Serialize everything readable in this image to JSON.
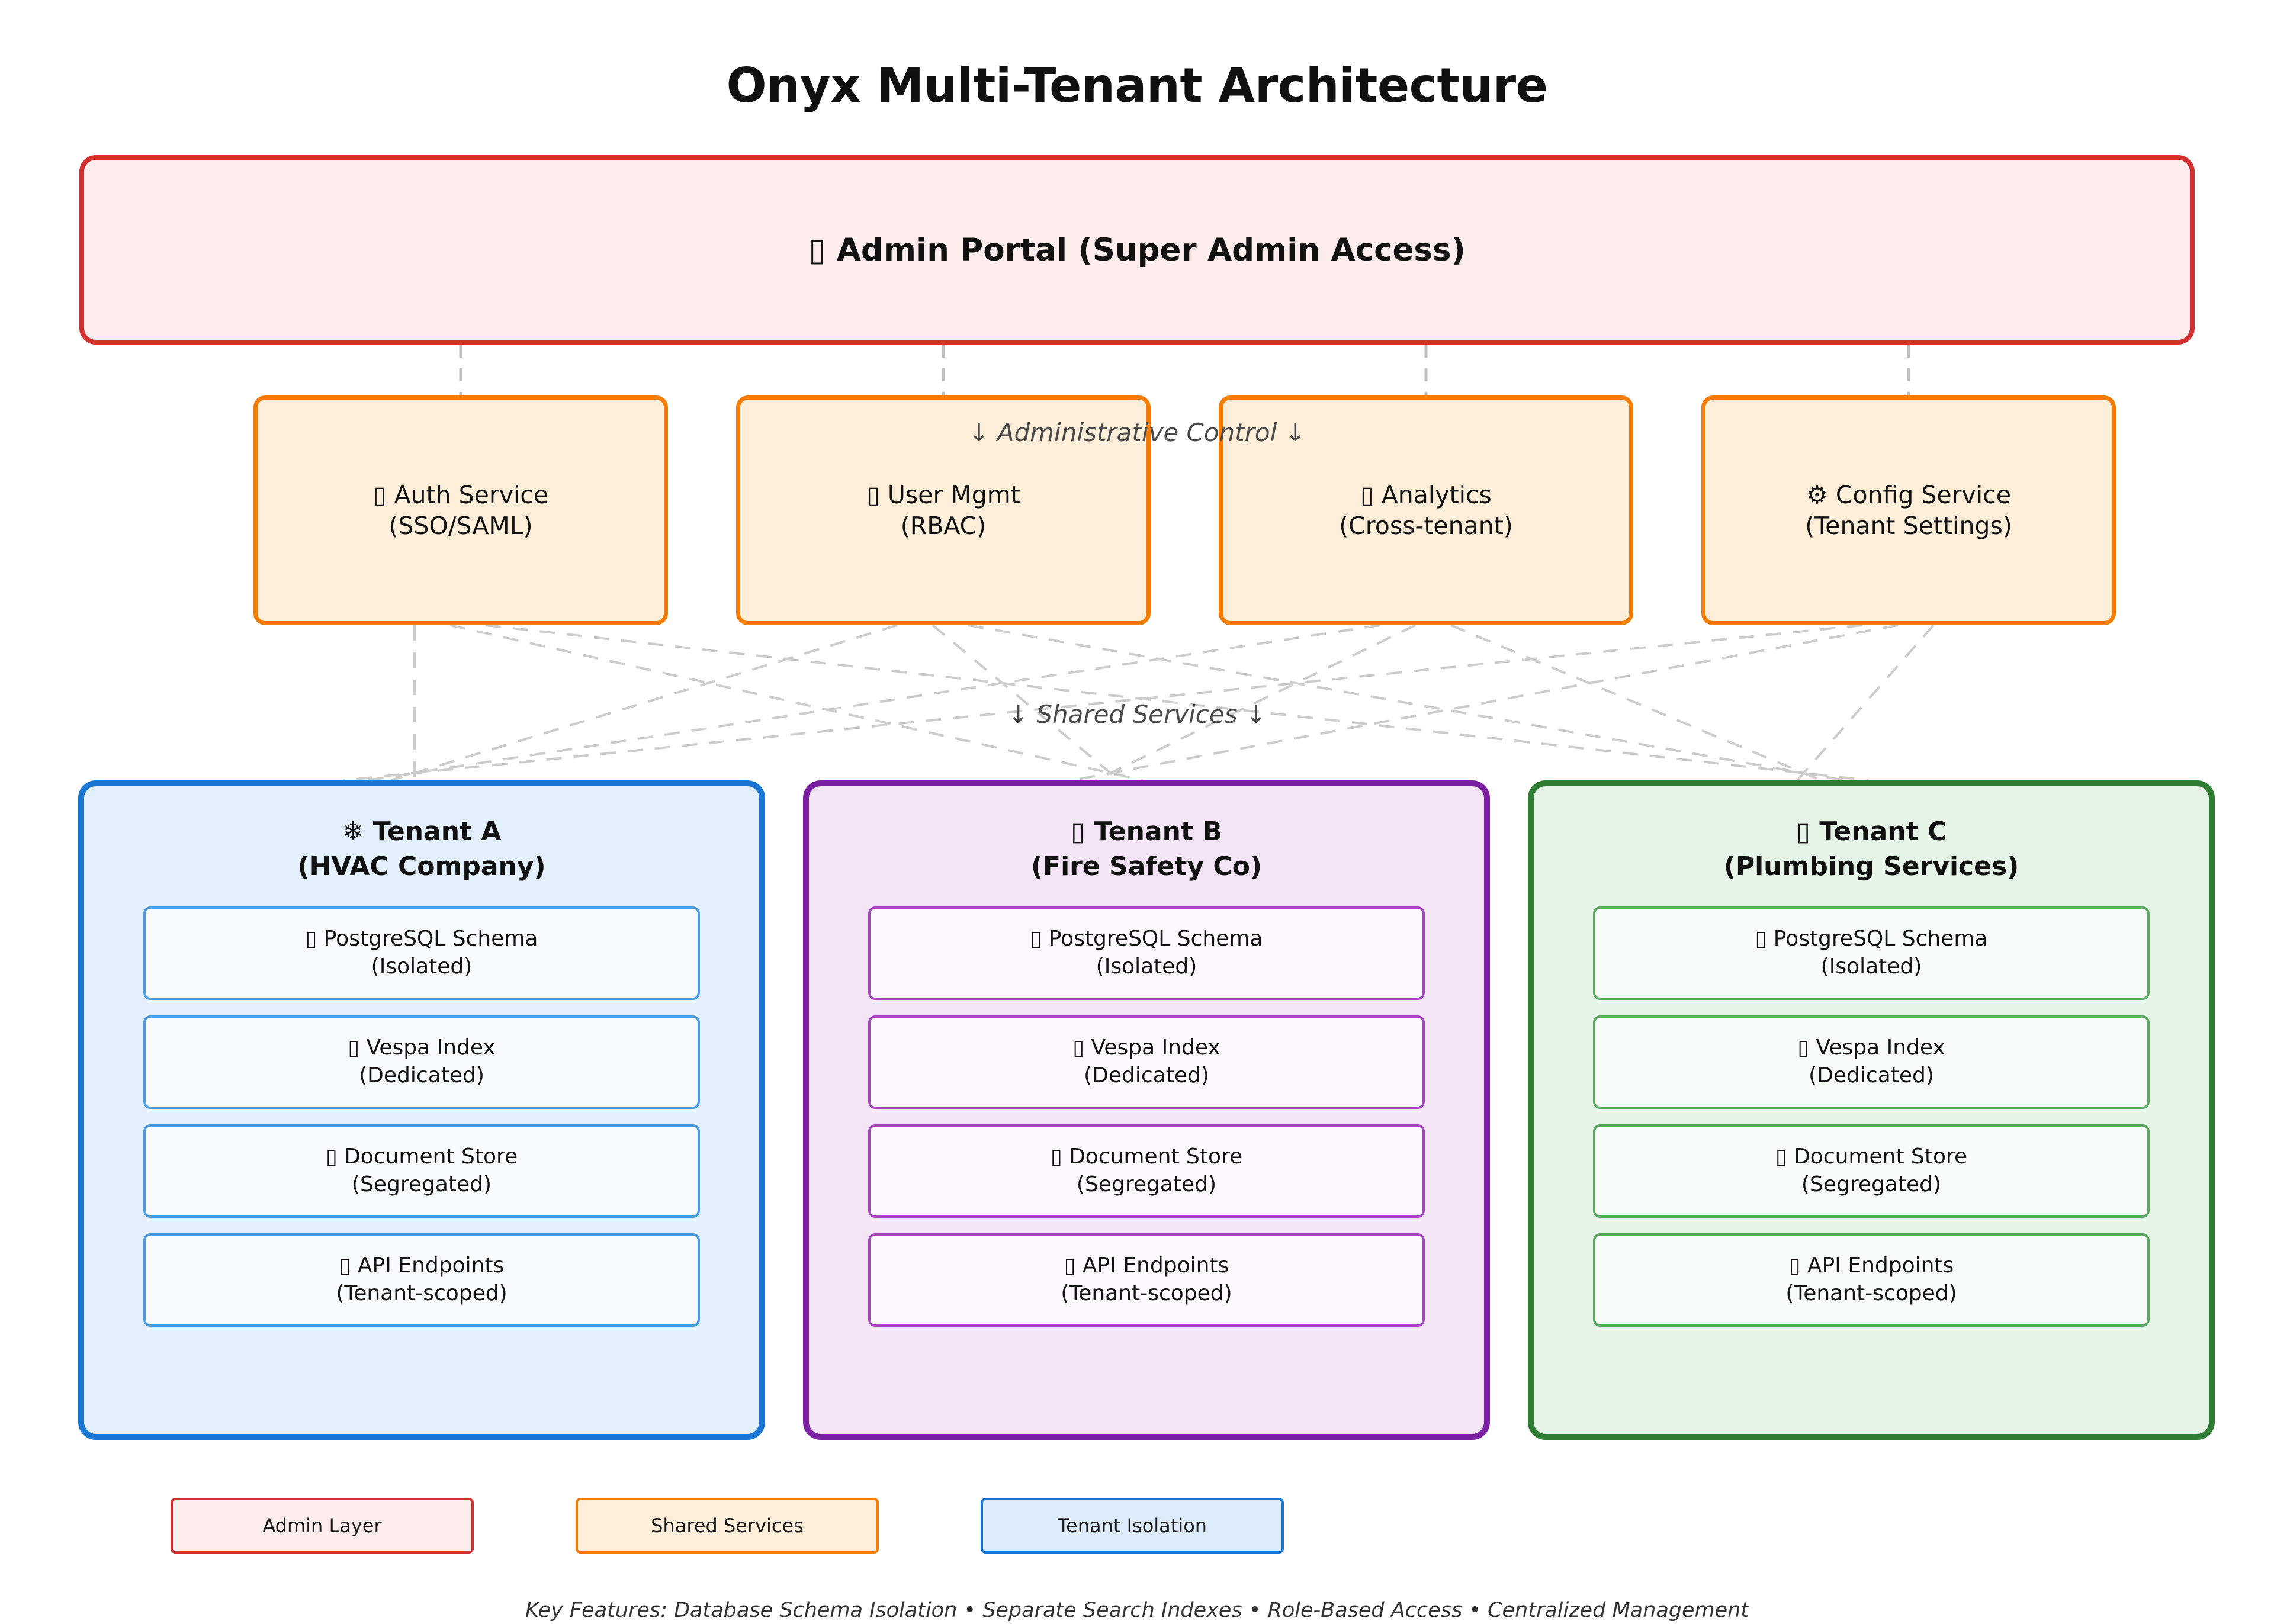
{
  "title": "Onyx Multi-Tenant Architecture",
  "admin_portal": {
    "icon": "missing-glyph-box",
    "label": "▯ Admin Portal (Super Admin Access)"
  },
  "annotations": {
    "administrative_control": "↓ Administrative Control ↓",
    "shared_services": "↓ Shared Services ↓"
  },
  "shared_services": [
    {
      "icon": "missing-glyph-box",
      "label": "▯ Auth Service\n(SSO/SAML)"
    },
    {
      "icon": "missing-glyph-box",
      "label": "▯ User Mgmt\n(RBAC)"
    },
    {
      "icon": "missing-glyph-box",
      "label": "▯ Analytics\n(Cross-tenant)"
    },
    {
      "icon": "gear-icon",
      "label": "⚙ Config Service\n(Tenant Settings)"
    }
  ],
  "tenants": [
    {
      "icon": "snowflake-icon",
      "title": "❄ Tenant A\n(HVAC Company)",
      "items": [
        "▯ PostgreSQL Schema\n(Isolated)",
        "▯ Vespa Index\n(Dedicated)",
        "▯ Document Store\n(Segregated)",
        "▯ API Endpoints\n(Tenant-scoped)"
      ]
    },
    {
      "icon": "missing-glyph-box",
      "title": "▯ Tenant B\n(Fire Safety Co)",
      "items": [
        "▯ PostgreSQL Schema\n(Isolated)",
        "▯ Vespa Index\n(Dedicated)",
        "▯ Document Store\n(Segregated)",
        "▯ API Endpoints\n(Tenant-scoped)"
      ]
    },
    {
      "icon": "missing-glyph-box",
      "title": "▯ Tenant C\n(Plumbing Services)",
      "items": [
        "▯ PostgreSQL Schema\n(Isolated)",
        "▯ Vespa Index\n(Dedicated)",
        "▯ Document Store\n(Segregated)",
        "▯ API Endpoints\n(Tenant-scoped)"
      ]
    }
  ],
  "legend": [
    {
      "label": "Admin Layer",
      "color": "#d32f2f",
      "fill": "#fdecec"
    },
    {
      "label": "Shared Services",
      "color": "#f57c00",
      "fill": "#fdeeda"
    },
    {
      "label": "Tenant Isolation",
      "color": "#1976d2",
      "fill": "#ddecfb"
    }
  ],
  "footer": "Key Features: Database Schema Isolation • Separate Search Indexes • Role-Based Access • Centralized Management",
  "colors": {
    "admin_border": "#d32f2f",
    "admin_fill": "#fdecec",
    "service_border": "#f57c00",
    "service_fill": "#fdeeda",
    "tenant_a_border": "#1976d2",
    "tenant_a_fill": "#e3f0fb",
    "tenant_b_border": "#7b1fa2",
    "tenant_b_fill": "#f3e5f6",
    "tenant_c_border": "#2e7d32",
    "tenant_c_fill": "#e6f4e8",
    "connector": "#bdbdbd"
  }
}
